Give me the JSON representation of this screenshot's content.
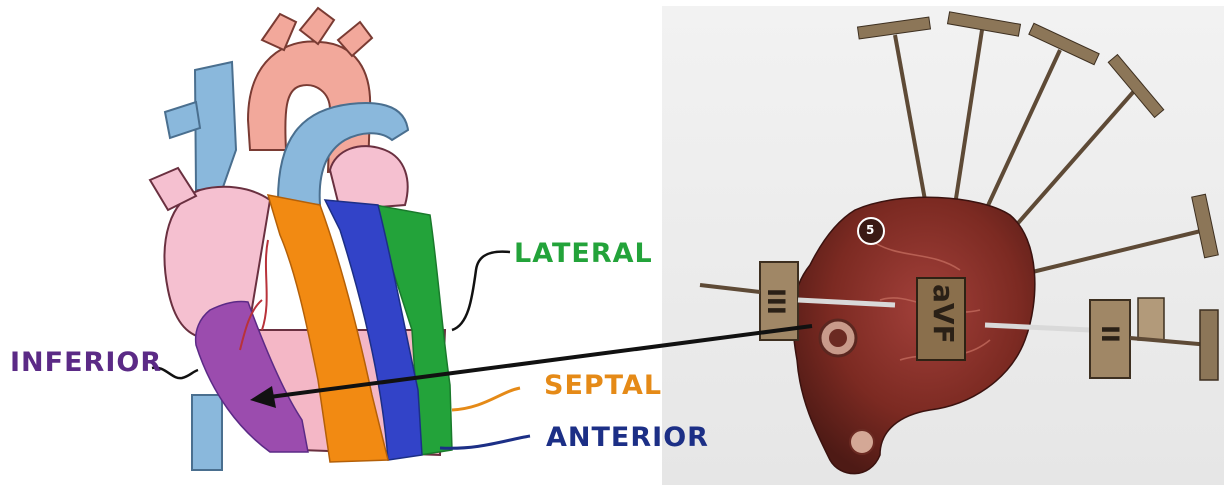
{
  "left_panel": {
    "regions": {
      "lateral": {
        "label": "LATERAL",
        "color": "#23a33a"
      },
      "inferior": {
        "label": "INFERIOR",
        "color": "#5b2a86"
      },
      "septal": {
        "label": "SEPTAL",
        "color": "#e58a17"
      },
      "anterior": {
        "label": "ANTERIOR",
        "color": "#1c2f86"
      }
    }
  },
  "right_panel": {
    "marker_number": "5",
    "leads": {
      "lead_III": "III",
      "lead_aVF": "aVF",
      "lead_II": "II"
    }
  },
  "arrow": {
    "color": "#111111"
  }
}
